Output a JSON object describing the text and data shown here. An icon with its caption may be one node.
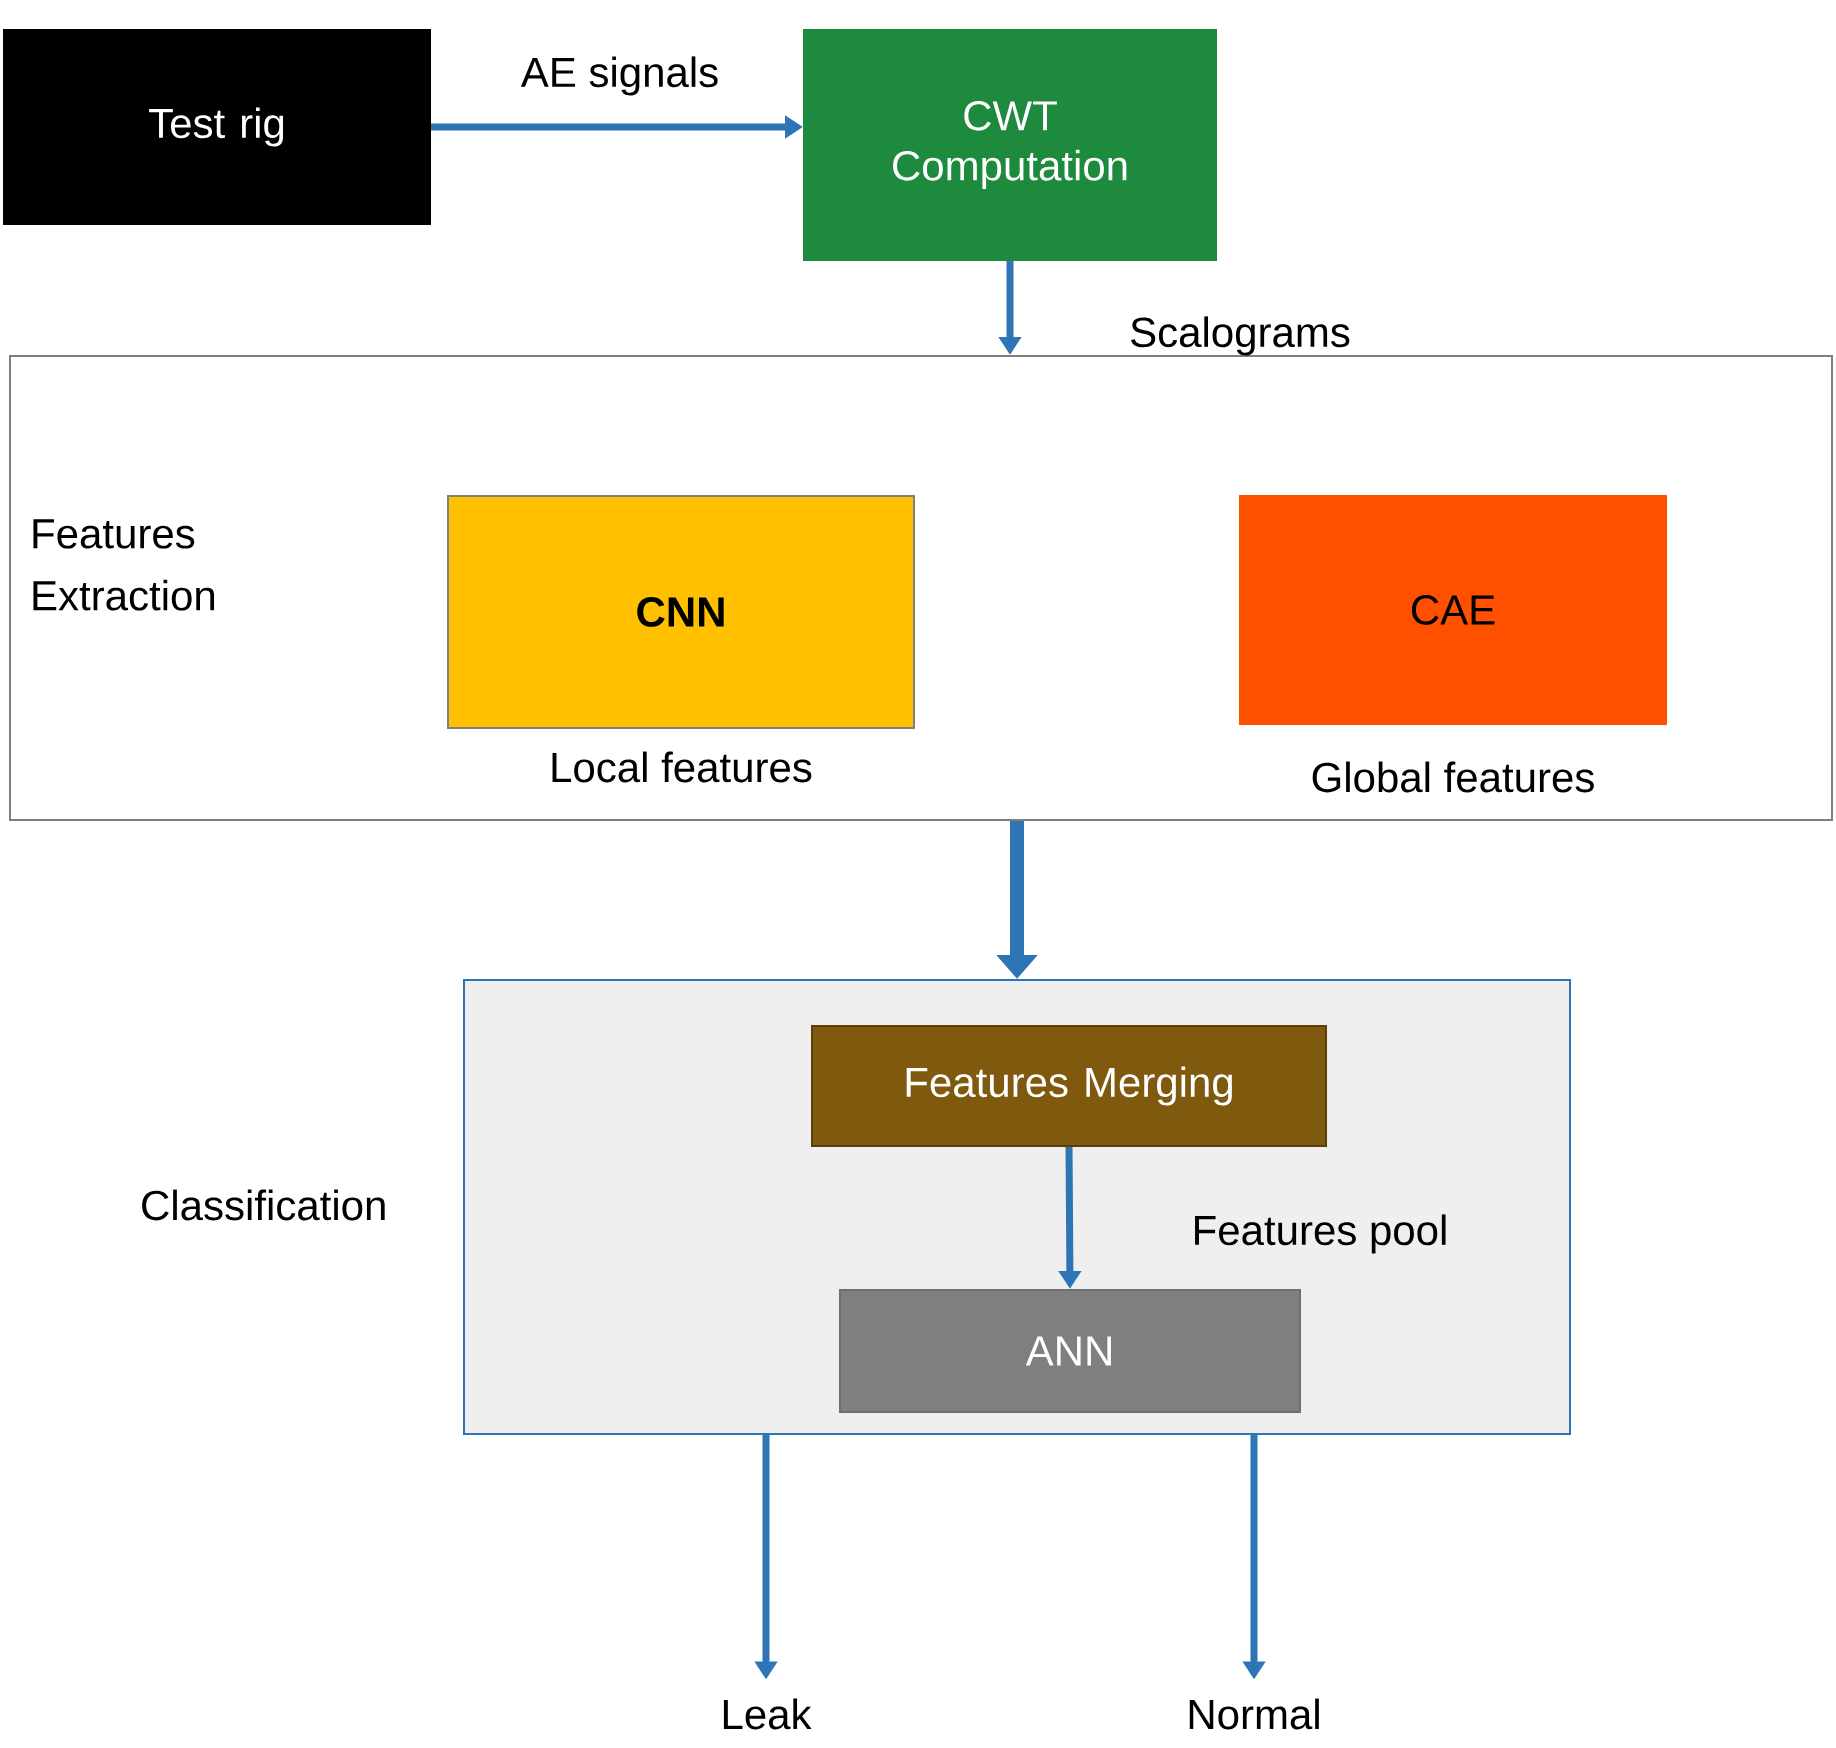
{
  "diagram": {
    "nodes": [
      {
        "text": [
          "Test rig"
        ]
      },
      {
        "text": [
          "CWT Computation"
        ]
      },
      {
        "text": [
          "Features Extraction"
        ]
      },
      {
        "text": [
          "CNN"
        ],
        "in": 2,
        "beside": [
          "Local features"
        ]
      },
      {
        "text": [
          "CAE"
        ],
        "in": 2,
        "beside": [
          "Global features"
        ]
      },
      {
        "text": [
          "Classification"
        ]
      },
      {
        "text": [
          "Features Merging"
        ],
        "in": 5
      },
      {
        "text": [
          "ANN"
        ],
        "in": 5
      },
      {
        "text": [
          "Leak"
        ]
      },
      {
        "text": [
          "Normal"
        ]
      }
    ],
    "edges": [
      {
        "from": 0,
        "to": 1,
        "arrow": "to",
        "label": "AE  signals"
      },
      {
        "from": 1,
        "to": 2,
        "arrow": "to",
        "label": "Scalograms"
      },
      {
        "from": 2,
        "to": 5,
        "arrow": "to",
        "style": "thick"
      },
      {
        "from": 6,
        "to": 7,
        "arrow": "to",
        "label": "Features pool"
      },
      {
        "from": 5,
        "to": 8,
        "arrow": "to"
      },
      {
        "from": 5,
        "to": 9,
        "arrow": "to"
      }
    ]
  }
}
